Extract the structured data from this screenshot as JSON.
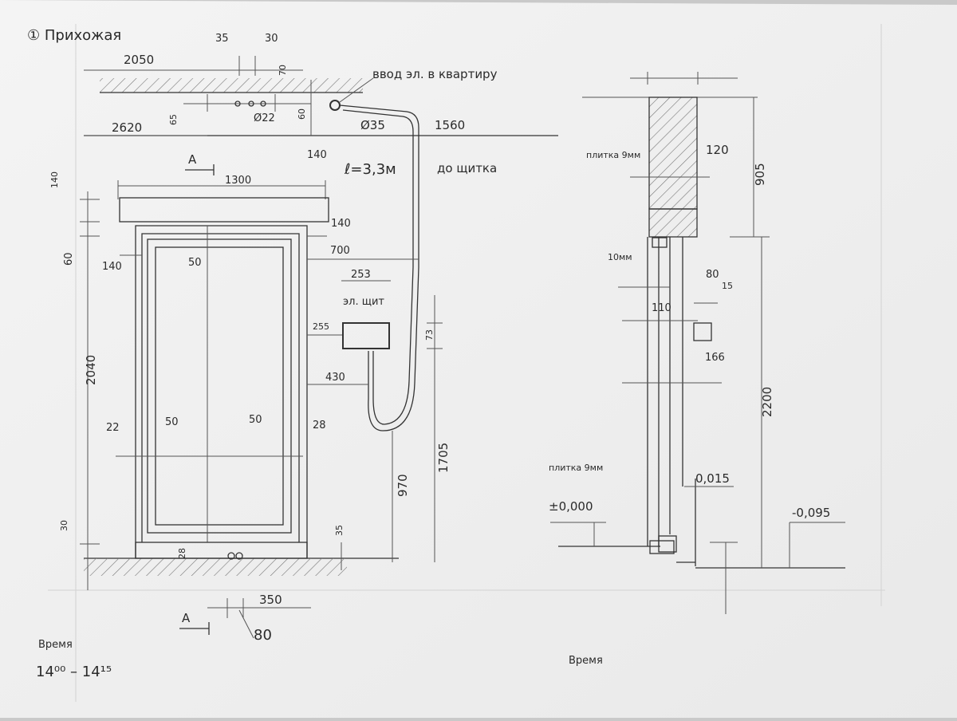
{
  "sheet": {
    "title": "① Прихожая",
    "footer_left_label": "Время",
    "footer_left_value": "14⁰⁰ – 14¹⁵",
    "footer_right_label": "Время"
  },
  "elevation": {
    "dims_top": [
      "35",
      "30",
      "2050",
      "70",
      "2620",
      "65",
      "Ø22",
      "60",
      "Ø35",
      "1560"
    ],
    "notes": [
      "ввод эл. в квартиру",
      "ℓ=3,3м",
      "до щитка",
      "эл. щит"
    ],
    "section_marker": "A",
    "door_dims": [
      "1300",
      "140",
      "60",
      "140",
      "140",
      "700",
      "50",
      "253",
      "255",
      "73",
      "430",
      "2040",
      "22",
      "50",
      "50",
      "28",
      "970",
      "1705",
      "30",
      "28",
      "35",
      "350",
      "80"
    ]
  },
  "section": {
    "dims": [
      "плитка 9мм",
      "120",
      "905",
      "10мм",
      "80",
      "15",
      "110",
      "166",
      "2200",
      "плитка 9мм",
      "0,015",
      "±0,000",
      "-0,095"
    ]
  }
}
